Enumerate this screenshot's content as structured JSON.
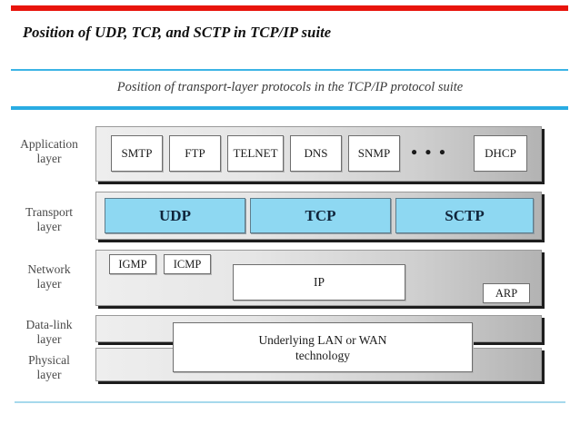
{
  "slide": {
    "title": "Position of UDP, TCP, and SCTP in TCP/IP suite",
    "figure_caption": "Position of transport-layer protocols in the TCP/IP protocol suite",
    "colors": {
      "top_rule": "#e8140c",
      "rule_blue_thin": "#3cb4e5",
      "rule_blue_thick": "#29ace3",
      "rule_blue_bottom": "#a6d9ec",
      "transport_box": "#8ed8f2",
      "band_grey": "#e6e6e6"
    }
  },
  "diagram": {
    "layers": [
      {
        "id": "application",
        "label_line1": "Application",
        "label_line2": "layer"
      },
      {
        "id": "transport",
        "label_line1": "Transport",
        "label_line2": "layer"
      },
      {
        "id": "network",
        "label_line1": "Network",
        "label_line2": "layer"
      },
      {
        "id": "datalink",
        "label_line1": "Data-link",
        "label_line2": "layer"
      },
      {
        "id": "physical",
        "label_line1": "Physical",
        "label_line2": "layer"
      }
    ],
    "application_protocols": [
      {
        "label": "SMTP"
      },
      {
        "label": "FTP"
      },
      {
        "label": "TELNET"
      },
      {
        "label": "DNS"
      },
      {
        "label": "SNMP"
      },
      {
        "label": "DHCP"
      }
    ],
    "application_ellipsis": "• • •",
    "transport_protocols": [
      {
        "label": "UDP"
      },
      {
        "label": "TCP"
      },
      {
        "label": "SCTP"
      }
    ],
    "network_protocols": [
      {
        "label": "IGMP"
      },
      {
        "label": "ICMP"
      },
      {
        "label": "IP"
      },
      {
        "label": "ARP"
      }
    ],
    "underlying": {
      "line1": "Underlying LAN or WAN",
      "line2": "technology"
    }
  }
}
